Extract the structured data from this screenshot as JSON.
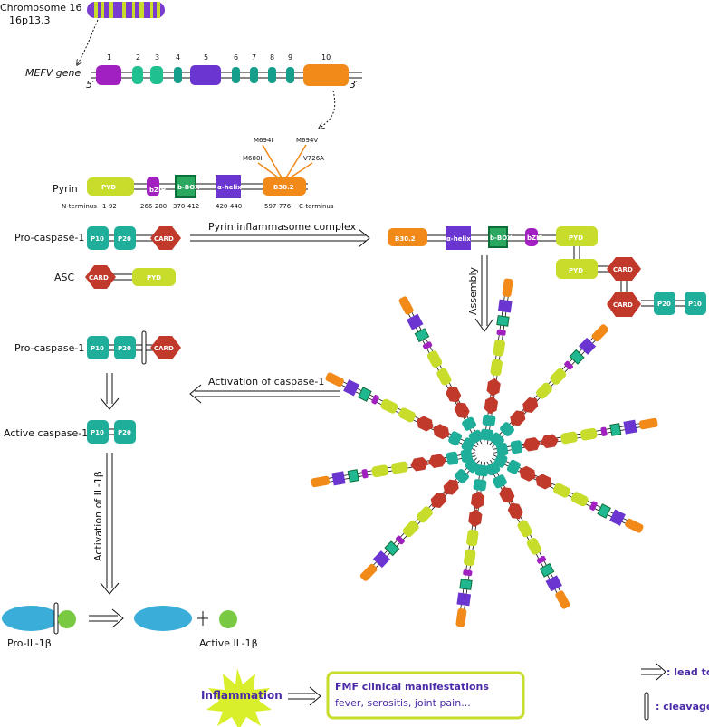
{
  "chromosome": {
    "title": "Chromosome 16",
    "band": "16p13.3"
  },
  "gene": {
    "label": "MEFV gene",
    "five_prime": "5′",
    "three_prime": "3′",
    "exons": [
      "1",
      "2",
      "3",
      "4",
      "5",
      "6",
      "7",
      "8",
      "9",
      "10"
    ]
  },
  "mutations": [
    "M694I",
    "M694V",
    "M680I",
    "V726A"
  ],
  "pyrin": {
    "label": "Pyrin",
    "domains": {
      "pyd": "PYD",
      "bzip": "bZIP",
      "bbox": "b-BOX",
      "ahelix": "α-helix",
      "b302": "B30.2"
    },
    "positions": [
      "N-terminus",
      "1-92",
      "266-280",
      "370-412",
      "420-440",
      "597-776",
      "C-terminus"
    ]
  },
  "components": {
    "procaspase": "Pro-caspase-1",
    "asc": "ASC",
    "active_caspase": "Active caspase-1",
    "pro_il": "Pro-IL-1β",
    "active_il": "Active IL-1β"
  },
  "domain_labels": {
    "p10": "P10",
    "p20": "P20",
    "card": "CARD",
    "pyd": "PYD"
  },
  "arrows": {
    "complex": "Pyrin inflammasome complex",
    "assembly": "Assembly",
    "activation_caspase": "Activation of caspase-1",
    "activation_il": "Activation of IL-1β"
  },
  "outcome": {
    "inflammation": "Inflammation",
    "fmf_title": "FMF clinical manifestations",
    "fmf_text": "fever, serositis, joint pain..."
  },
  "legend": {
    "lead_to": ": lead to",
    "cleavage": ": cleavage"
  },
  "colors": {
    "green": "#c8dc2c",
    "purple": "#a020c0",
    "teal": "#20b890",
    "indigo": "#6a35d0",
    "orange": "#f28a1a",
    "caspase": "#1fae9a",
    "card": "#c0392b",
    "il_blue": "#3aaed8",
    "il_green": "#7ac943",
    "star": "#d9ef2c",
    "text_purple": "#4b2aa8"
  }
}
